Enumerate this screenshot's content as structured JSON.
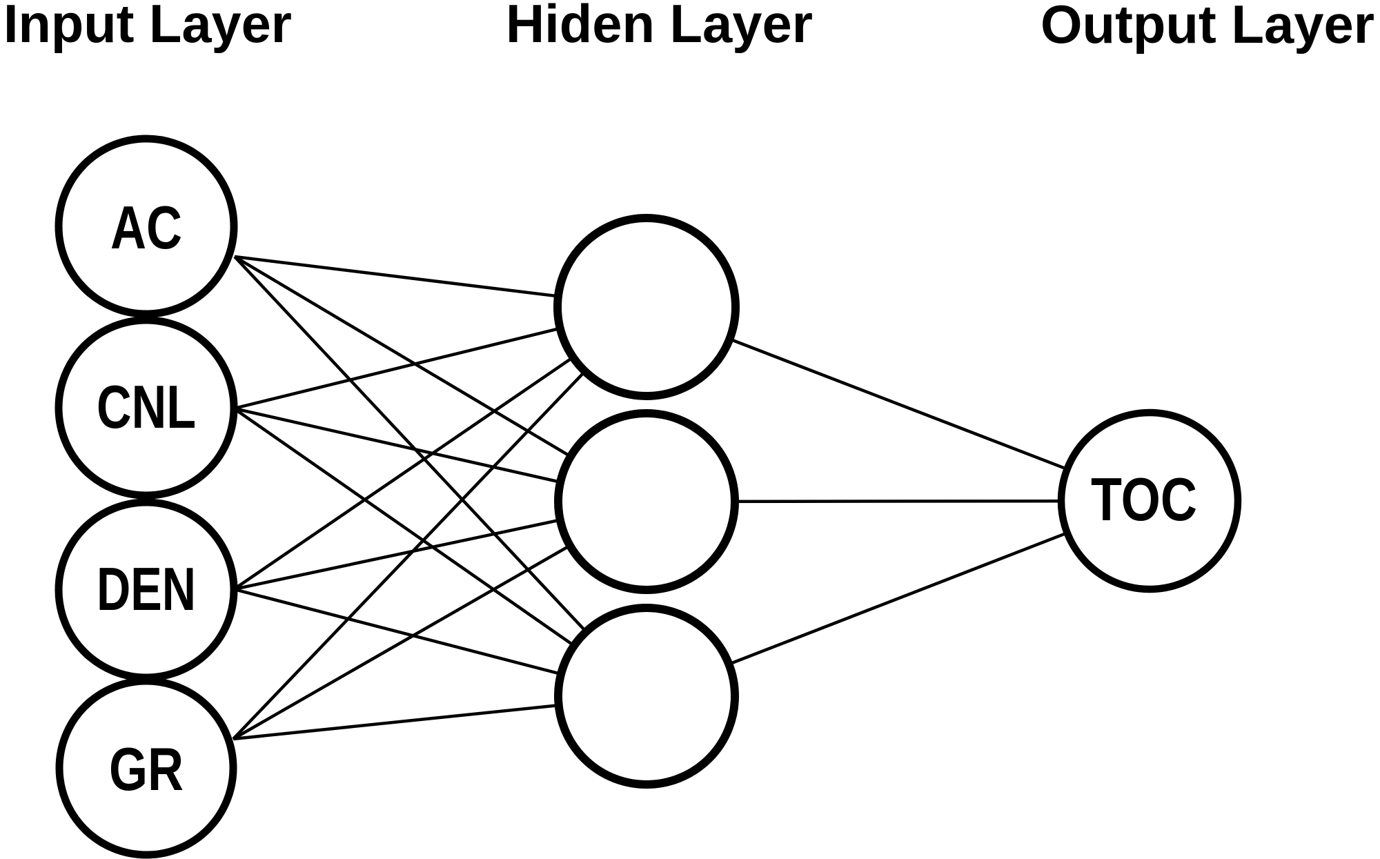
{
  "page": {
    "background_color": "#ffffff",
    "ink_color": "#000000",
    "node_fill_color": "#ffffff"
  },
  "diagram": {
    "type": "feedforward-neural-network",
    "layer_titles": {
      "input": "Input Layer",
      "hidden": "Hiden Layer",
      "output": "Output Layer"
    },
    "input_layer": {
      "title": "Input Layer",
      "nodes": [
        {
          "label": "AC"
        },
        {
          "label": "CNL"
        },
        {
          "label": "DEN"
        },
        {
          "label": "GR"
        }
      ]
    },
    "hidden_layer": {
      "title": "Hiden Layer",
      "nodes": [
        {
          "label": ""
        },
        {
          "label": ""
        },
        {
          "label": ""
        }
      ]
    },
    "output_layer": {
      "title": "Output Layer",
      "nodes": [
        {
          "label": "TOC"
        }
      ]
    },
    "connections": {
      "input_to_hidden": [
        [
          "AC",
          "hidden-1"
        ],
        [
          "AC",
          "hidden-2"
        ],
        [
          "AC",
          "hidden-3"
        ],
        [
          "CNL",
          "hidden-1"
        ],
        [
          "CNL",
          "hidden-2"
        ],
        [
          "CNL",
          "hidden-3"
        ],
        [
          "DEN",
          "hidden-1"
        ],
        [
          "DEN",
          "hidden-2"
        ],
        [
          "DEN",
          "hidden-3"
        ],
        [
          "GR",
          "hidden-1"
        ],
        [
          "GR",
          "hidden-2"
        ],
        [
          "GR",
          "hidden-3"
        ]
      ],
      "hidden_to_output": [
        [
          "hidden-1",
          "TOC"
        ],
        [
          "hidden-2",
          "TOC"
        ],
        [
          "hidden-3",
          "TOC"
        ]
      ],
      "style": "straight lines, no arrowheads"
    }
  }
}
